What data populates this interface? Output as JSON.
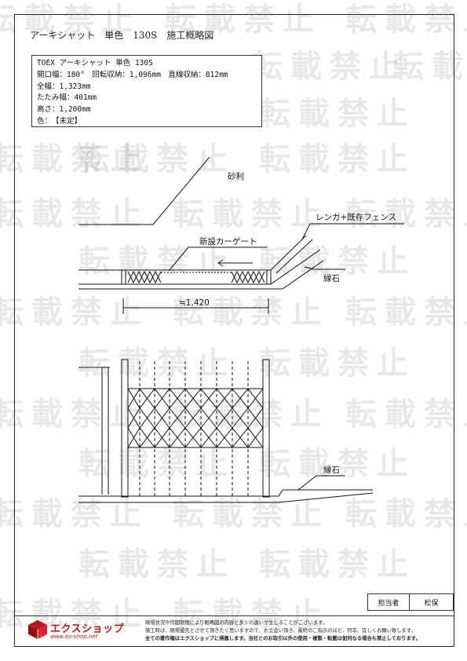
{
  "watermark_text": "転載禁止",
  "title": "アーキシャット　単色　130S　施工概略図",
  "spec_lines": [
    "TOEX アーキシャット 単色 130S",
    "開口幅：180°　回転収納：1,096mm　直線収納：812mm",
    "全幅：1,323mm",
    "たたみ幅：401mm",
    "高さ：1,200mm",
    "色：　【未定】"
  ],
  "labels": {
    "gravel": "砂利",
    "fence": "レンガ+既存フェンス",
    "new_gate": "新設カーゲート",
    "curb_top": "縁石",
    "dimension": "≒1,420",
    "curb_bottom": "縁石"
  },
  "stamp": {
    "role": "担当者",
    "name": "松保"
  },
  "logo": {
    "name": "エクスショップ",
    "url": "www.ex-shop.net"
  },
  "notes": [
    "現場状況や作図制限により概略図の内容と多少の違いが生じることがございます。",
    "施工時は、現場優先とさせて頂きたく思いますので、お立会い頂き、最終のご指示のほど、何卒、宜しくお願い致します。",
    "全ての著作権はエクスショップに帰属します。当社とのお取引以外の使用・複製・転載は如何なる場合も禁止しております。"
  ],
  "colors": {
    "brand": "#c0161c",
    "line": "#111111"
  }
}
